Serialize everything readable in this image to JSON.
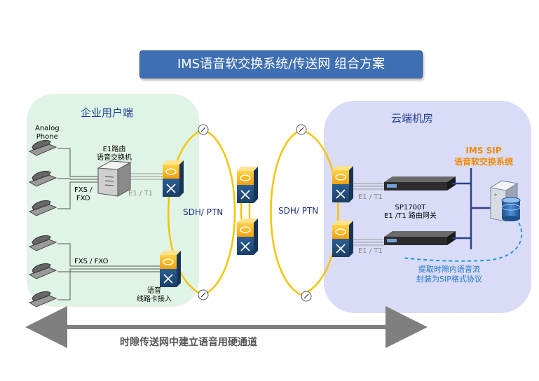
{
  "title": "IMS语音软交换系统/传送网 组合方案",
  "enterprise": {
    "title": "企业用户端",
    "analog_phone": "Analog\nPhone",
    "e1_router": "E1路由\n语音交换机",
    "fxs_fxo_1": "FXS /\nFXO",
    "fxs_fxo_2": "FXS / FXO",
    "e1t1": "E1 / T1",
    "voice_card": "语音\n线路卡接入"
  },
  "network": {
    "sdh_ptn_left": "SDH/ PTN",
    "sdh_ptn_right": "SDH/ PTN"
  },
  "cloud": {
    "title": "云端机房",
    "ims_sip": "IMS SIP\n语音软交换系统",
    "gateway": "SP1700T\nE1 /T1 路由网关",
    "e1t1_top": "E1 / T1",
    "e1t1_bottom": "E1 / T1",
    "extract_note": "提取时隙内语音流\n封装为SIP格式协议"
  },
  "bottom_label": "时隙传送网中建立语音用硬通道",
  "colors": {
    "title_bg": "#3f6fb3",
    "enterprise_bg": "#dff3e6",
    "cloud_bg": "#d9dbf7",
    "ring": "#f5c400",
    "orange": "#f08a00",
    "cyan": "#1a9be0"
  }
}
